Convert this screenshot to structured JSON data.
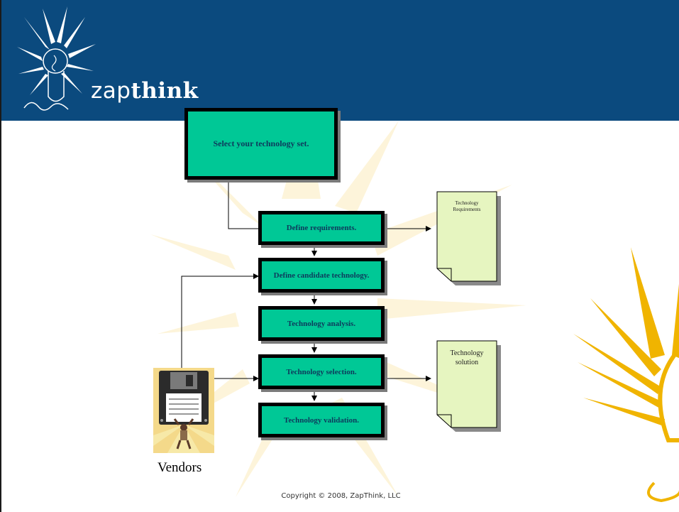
{
  "logo": {
    "prefix": "zap",
    "bold": "think"
  },
  "steps": [
    "Select your technology set.",
    "Define requirements.",
    "Define candidate technology.",
    "Technology analysis.",
    "Technology selection.",
    "Technology validation."
  ],
  "documents": [
    {
      "line1": "Technology",
      "line2": "Requirements"
    },
    {
      "line1": "Technology",
      "line2": "solution"
    }
  ],
  "vendors_label": "Vendors",
  "copyright": "Copyright © 2008, ZapThink, LLC",
  "colors": {
    "header": "#0b4a7e",
    "box": "#00c896",
    "document": "#e6f5c0",
    "sunburst": "#f0b400"
  }
}
